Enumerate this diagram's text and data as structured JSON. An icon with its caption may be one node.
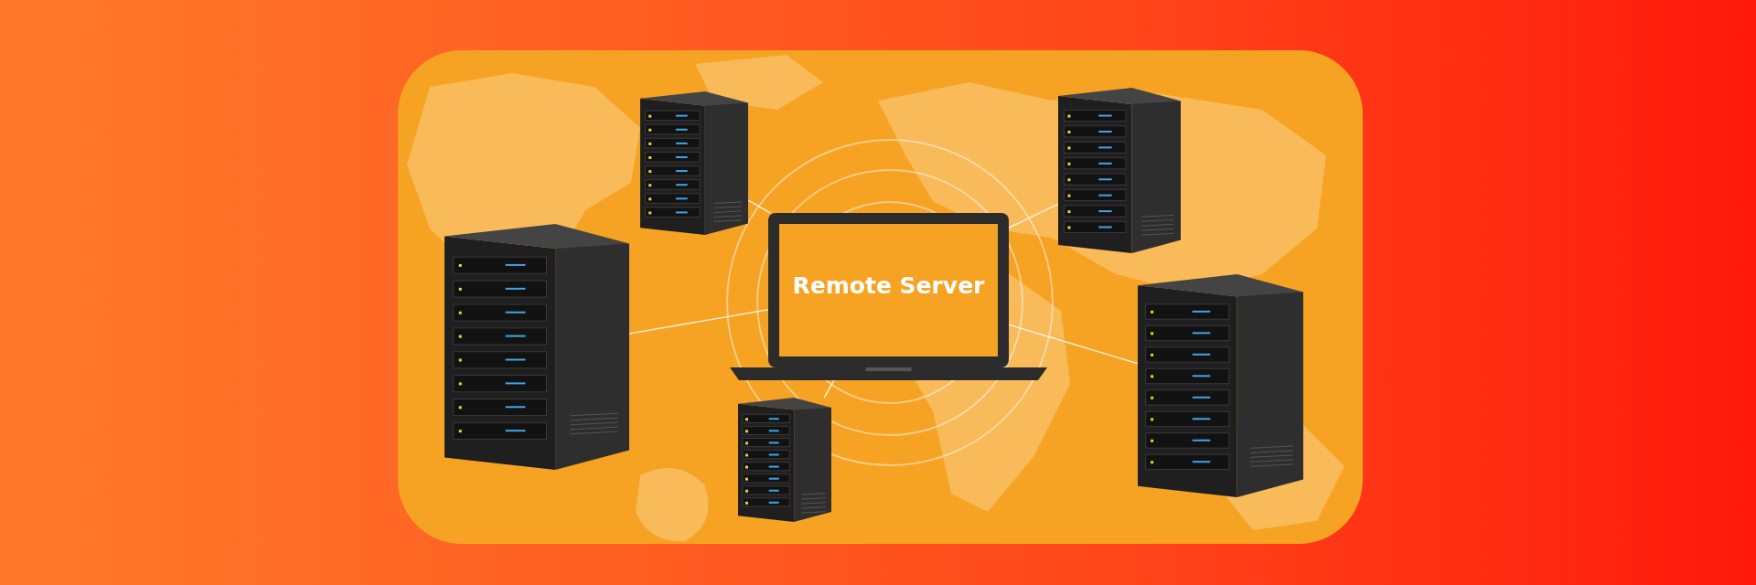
{
  "diagram": {
    "nodes": [
      {
        "text": [
          "Remote Server"
        ]
      },
      {
        "text": [],
        "shape": "picture"
      },
      {
        "text": [],
        "shape": "picture"
      },
      {
        "text": [],
        "shape": "picture"
      },
      {
        "text": [],
        "shape": "picture"
      },
      {
        "text": [],
        "shape": "picture"
      }
    ],
    "edges": [
      {
        "from": 0,
        "to": 1,
        "arrow": "none"
      },
      {
        "from": 0,
        "to": 2,
        "arrow": "none"
      },
      {
        "from": 0,
        "to": 3,
        "arrow": "none"
      },
      {
        "from": 0,
        "to": 4,
        "arrow": "none"
      },
      {
        "from": 0,
        "to": 5,
        "arrow": "none"
      }
    ]
  }
}
